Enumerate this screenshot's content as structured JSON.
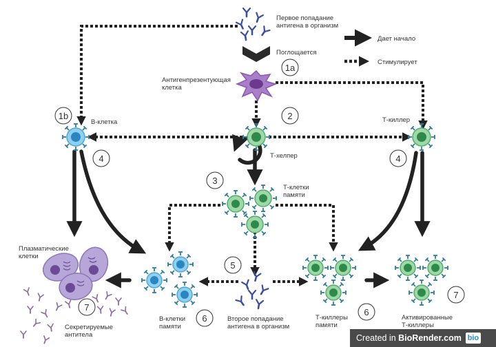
{
  "labels": {
    "first_exposure_1": "Первое попадание",
    "first_exposure_2": "антигена в организм",
    "engulfs": "Поглощается",
    "apc_1": "Антигенпрезентующая",
    "apc_2": "клетка",
    "b_cell": "В-клетка",
    "t_helper": "Т-хелпер",
    "t_killer": "Т-киллер",
    "memory_t_1": "Т-клетки",
    "memory_t_2": "памяти",
    "plasma_1": "Плазматические",
    "plasma_2": "клетки",
    "secreted_1": "Секретируемые",
    "secreted_2": "антитела",
    "memory_b_1": "В-клетки",
    "memory_b_2": "памяти",
    "second_exposure_1": "Второе попадание",
    "second_exposure_2": "антигена в организм",
    "killer_mem_1": "Т-киллеры",
    "killer_mem_2": "памяти",
    "activated_1": "Активированные",
    "activated_2": "Т-киллеры"
  },
  "legend": {
    "gives_rise": "Дает начало",
    "stimulates": "Стимулирует"
  },
  "steps": {
    "s1a": "1a",
    "s1b": "1b",
    "s2": "2",
    "s3": "3",
    "s4a": "4",
    "s4b": "4",
    "s5": "5",
    "s6a": "6",
    "s6b": "6",
    "s7a": "7",
    "s7b": "7"
  },
  "watermark": {
    "prefix": "Created in ",
    "brand": "BioRender.com",
    "logo": "bio"
  },
  "colors": {
    "antigen": "#3a4fa0",
    "apc": "#8e55b5",
    "b_cell": "#4aa8d8",
    "t_cell": "#4fae6a",
    "receptor": "#2f7d9c",
    "plasma": "#8a76b8",
    "antibody": "#8e6aa8"
  }
}
